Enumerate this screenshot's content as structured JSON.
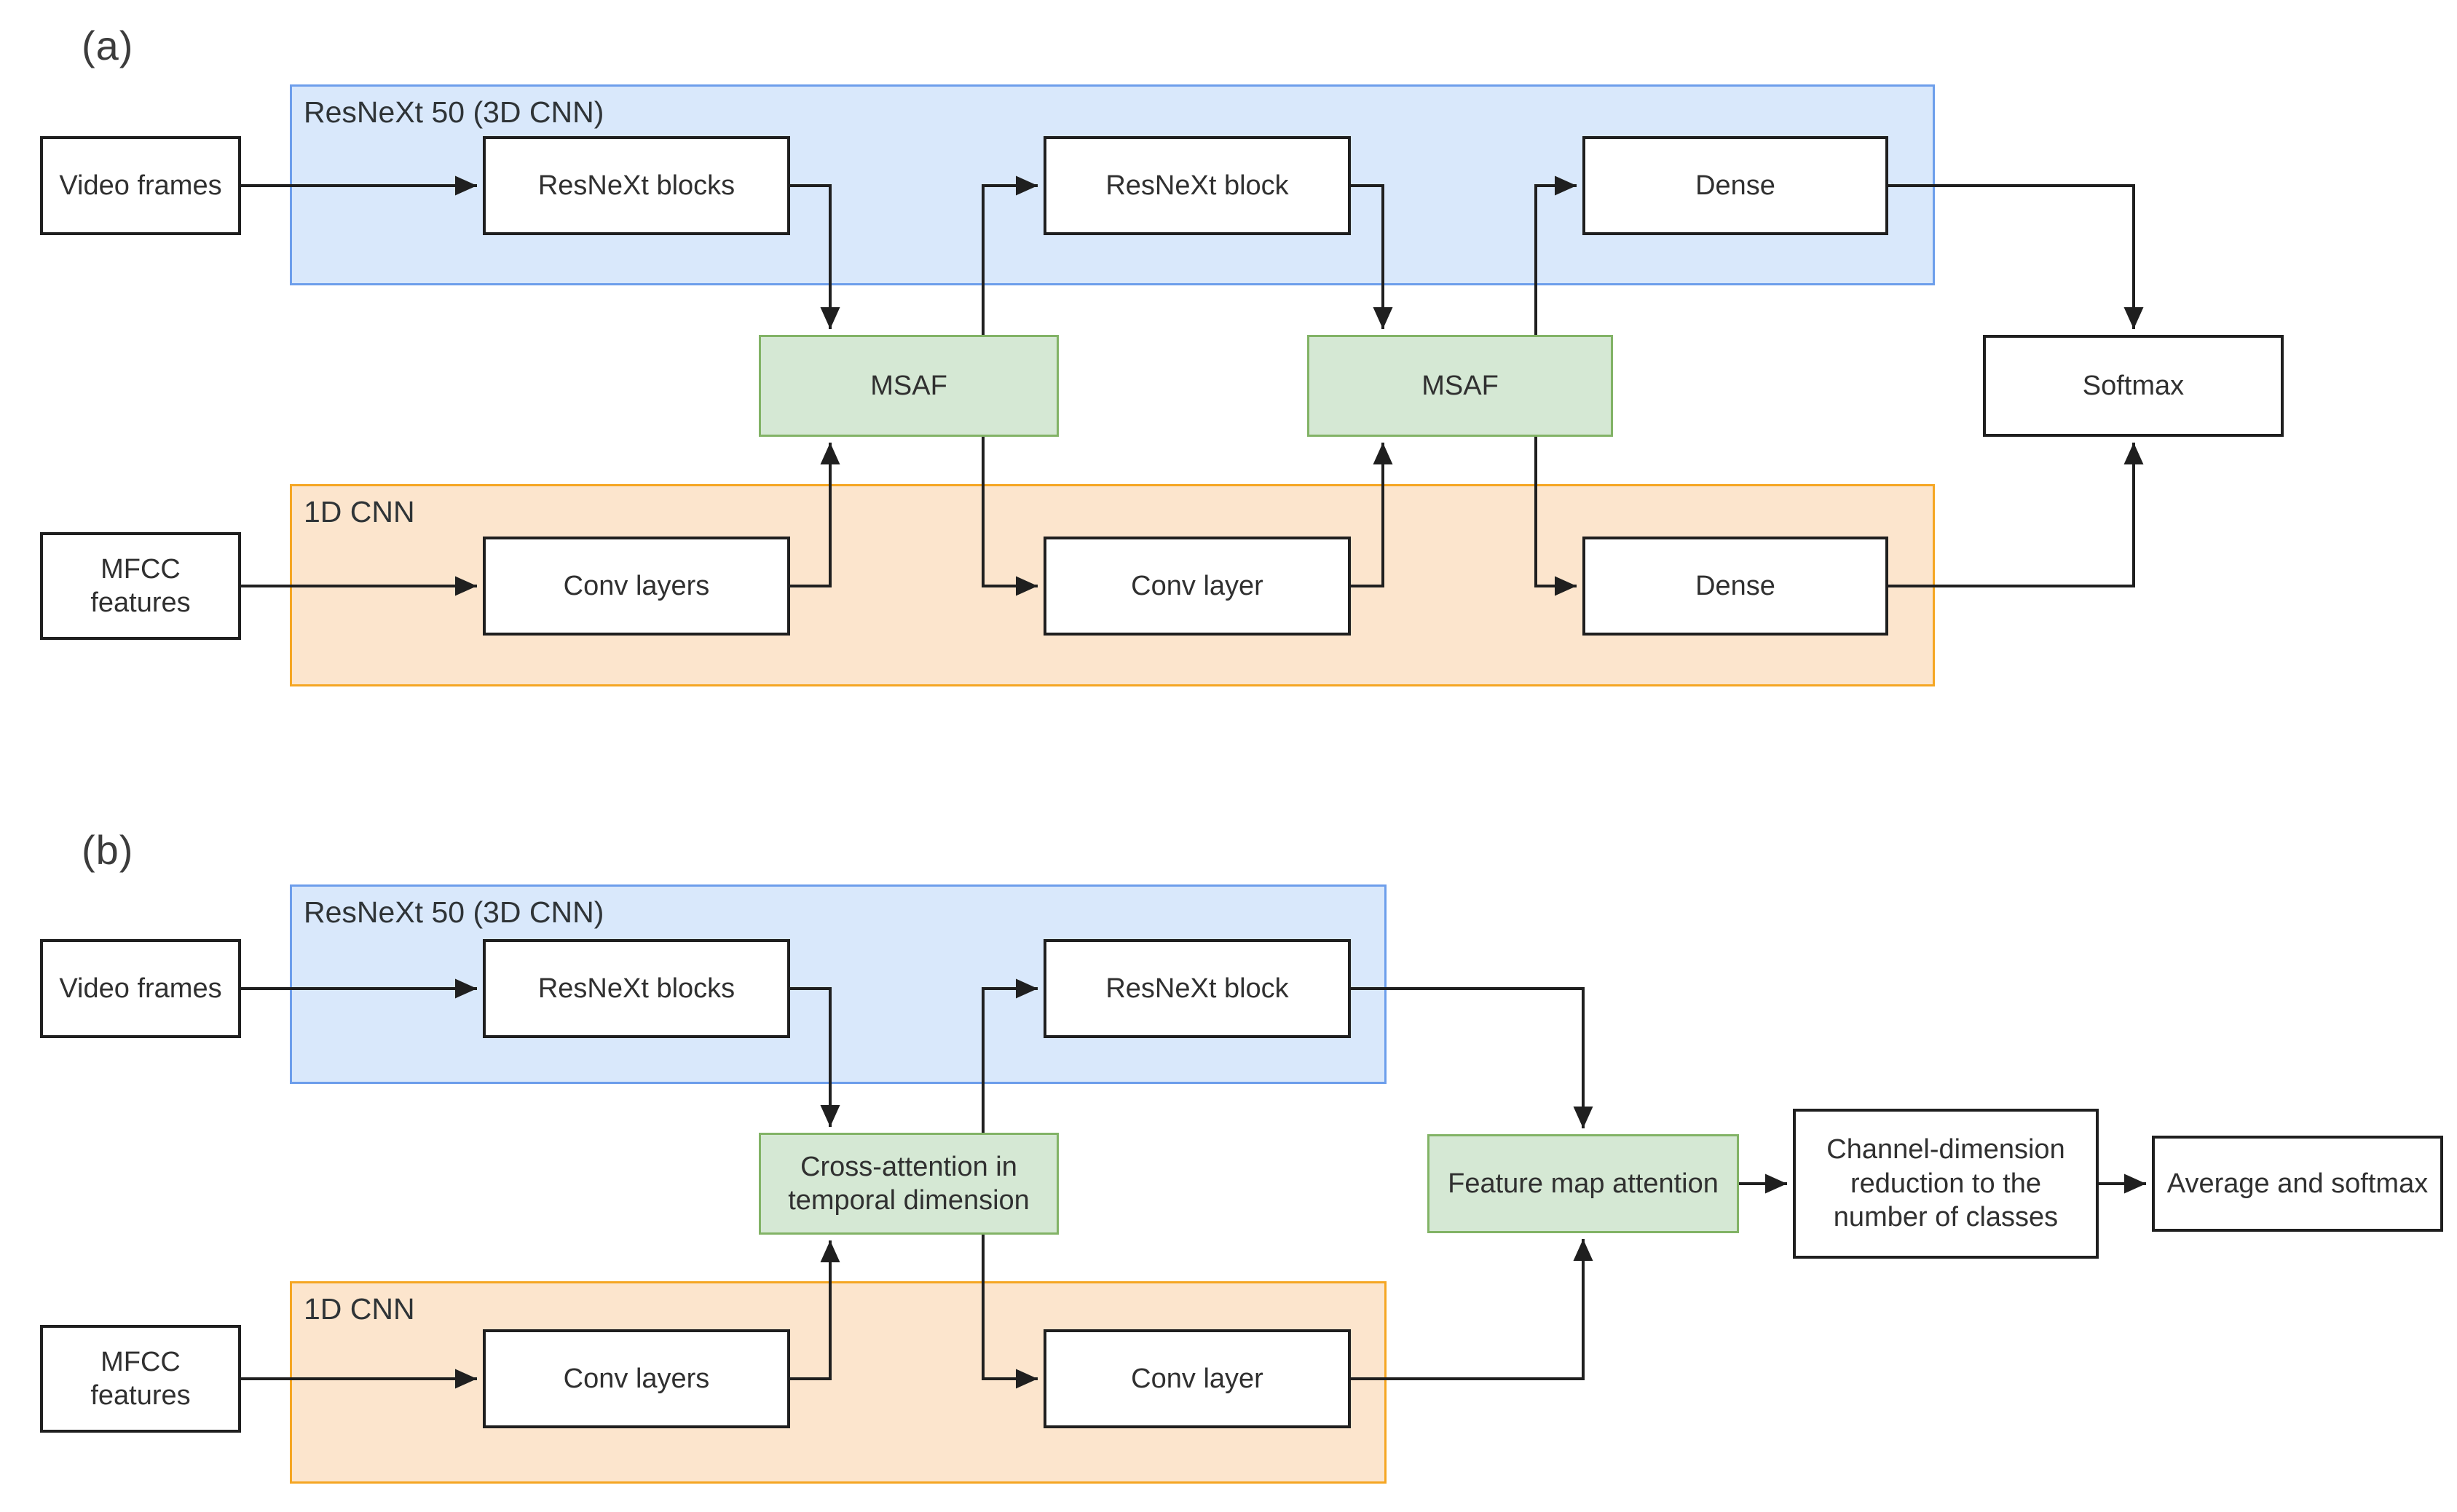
{
  "theme": {
    "video_region_fill": "#d9e8fb",
    "video_region_border": "#6d9eeb",
    "audio_region_fill": "#fce5cd",
    "audio_region_border": "#f5a623",
    "fusion_fill": "#d5e8d4",
    "fusion_border": "#82b366",
    "node_fill": "#ffffff",
    "node_border": "#1f1f1f",
    "arrow_color": "#1f1f1f",
    "text_color": "#303030",
    "page_bg": "#ffffff"
  },
  "panel_a": {
    "label": "(a)",
    "video_region_label": "ResNeXt 50 (3D CNN)",
    "audio_region_label": "1D CNN",
    "nodes": {
      "video_frames": "Video frames",
      "resnext_blocks": "ResNeXt blocks",
      "resnext_block": "ResNeXt block",
      "dense_video": "Dense",
      "msaf_first": "MSAF",
      "msaf_second": "MSAF",
      "softmax": "Softmax",
      "mfcc_features": "MFCC\nfeatures",
      "conv_layers": "Conv layers",
      "conv_layer": "Conv layer",
      "dense_audio": "Dense"
    }
  },
  "panel_b": {
    "label": "(b)",
    "video_region_label": "ResNeXt 50 (3D CNN)",
    "audio_region_label": "1D CNN",
    "nodes": {
      "video_frames": "Video frames",
      "resnext_blocks": "ResNeXt blocks",
      "resnext_block": "ResNeXt block",
      "cross_attention": "Cross-attention in\ntemporal dimension",
      "feature_map_attention": "Feature map attention",
      "channel_reduction": "Channel-dimension\nreduction to the\nnumber of classes",
      "average_softmax": "Average and softmax",
      "mfcc_features": "MFCC\nfeatures",
      "conv_layers": "Conv layers",
      "conv_layer": "Conv layer"
    }
  }
}
